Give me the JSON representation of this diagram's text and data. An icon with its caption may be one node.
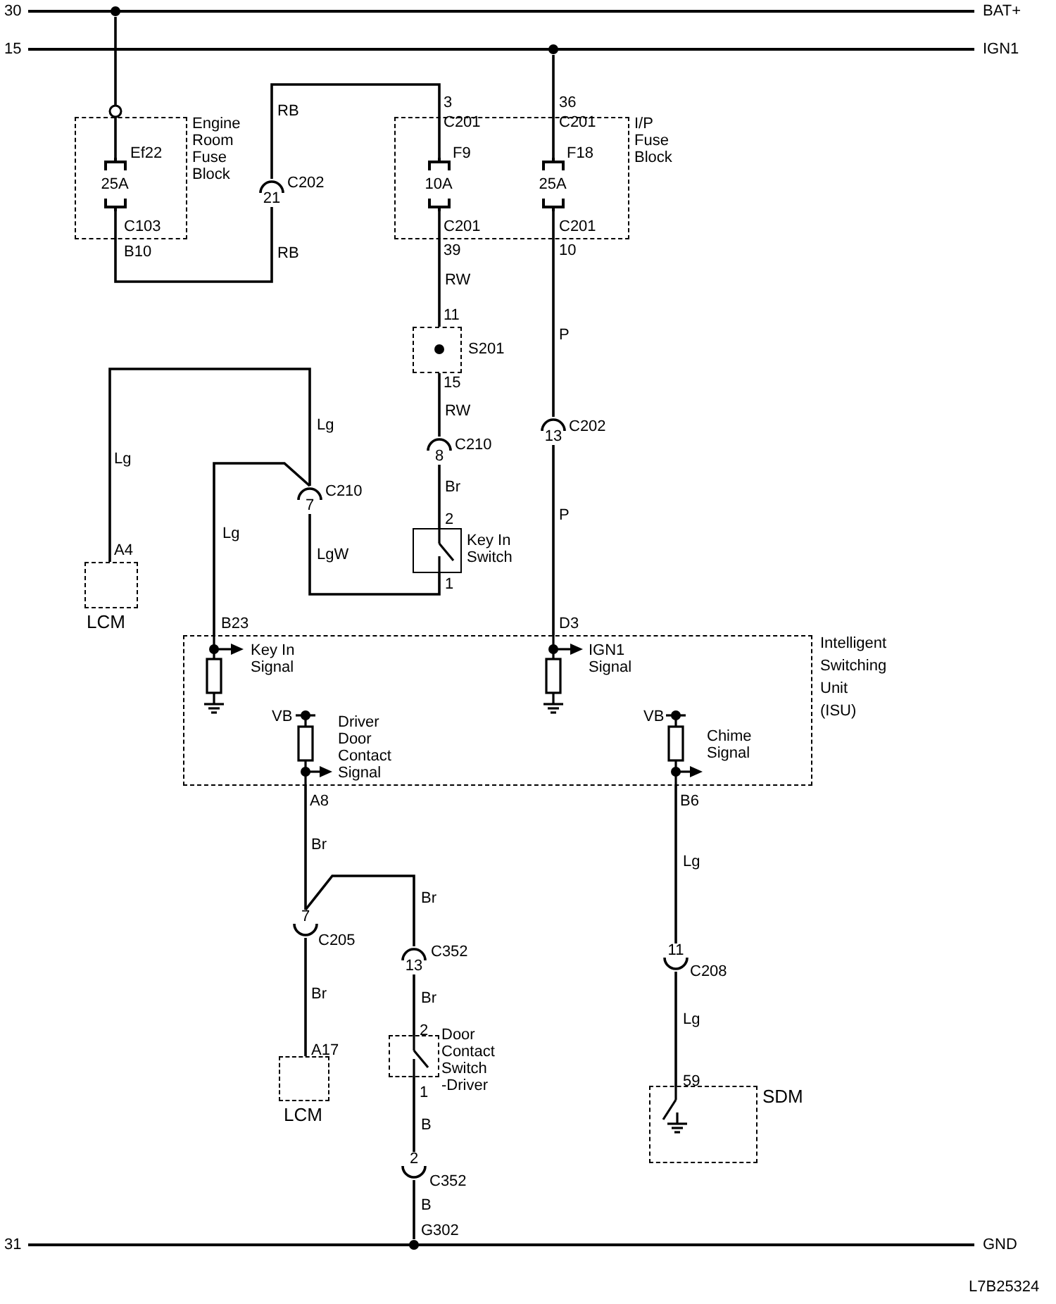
{
  "diagram": {
    "nodes": [
      {
        "text": [
          "30",
          "BAT+"
        ]
      },
      {
        "text": [
          "15",
          "IGN1"
        ]
      },
      {
        "text": [
          "Engine Room Fuse Block"
        ]
      },
      {
        "text": [
          "25A"
        ],
        "beside": [
          "Ef22"
        ],
        "in": 2
      },
      {
        "text": [
          "21"
        ],
        "beside": [
          "C202"
        ]
      },
      {
        "text": [
          "I/P Fuse Block"
        ]
      },
      {
        "text": [
          "10A"
        ],
        "beside": [
          "F9"
        ],
        "in": 5
      },
      {
        "text": [
          "25A"
        ],
        "beside": [
          "F18"
        ],
        "in": 5
      },
      {
        "text": [
          "S201"
        ]
      },
      {
        "text": [
          "8"
        ],
        "beside": [
          "C210"
        ]
      },
      {
        "text": [
          "13"
        ],
        "beside": [
          "C202"
        ]
      },
      {
        "text": [
          "7"
        ],
        "beside": [
          "C210"
        ]
      },
      {
        "text": [
          "Key In Switch"
        ]
      },
      {
        "text": [
          "LCM"
        ]
      },
      {
        "text": [
          "Intelligent Switching Unit (ISU)"
        ]
      },
      {
        "text": [
          "7"
        ],
        "beside": [
          "C205"
        ]
      },
      {
        "text": [
          "13"
        ],
        "beside": [
          "C352"
        ]
      },
      {
        "text": [
          "LCM"
        ]
      },
      {
        "text": [
          "Door Contact Switch -Driver"
        ]
      },
      {
        "text": [
          "SDM"
        ]
      },
      {
        "text": [
          "11"
        ],
        "beside": [
          "C208"
        ]
      },
      {
        "text": [
          "2"
        ],
        "beside": [
          "C352"
        ]
      },
      {
        "text": [
          "31",
          "GND"
        ]
      }
    ],
    "edges": [
      {
        "from": 0,
        "to": 3,
        "arrow": "other"
      },
      {
        "from": 3,
        "to": 4,
        "arrow": "none",
        "label": "RB"
      },
      {
        "from": 4,
        "to": 6,
        "arrow": "none",
        "label": "RB"
      },
      {
        "from": 1,
        "to": 7,
        "arrow": "other"
      },
      {
        "from": 6,
        "to": 8,
        "arrow": "none",
        "label": "RW"
      },
      {
        "from": 8,
        "to": 9,
        "arrow": "none",
        "label": "RW"
      },
      {
        "from": 9,
        "to": 12,
        "arrow": "none",
        "label": "Br"
      },
      {
        "from": 12,
        "to": 11,
        "arrow": "none",
        "label": "LgW"
      },
      {
        "from": 11,
        "to": 13,
        "arrow": "none",
        "label": "Lg"
      },
      {
        "from": 11,
        "to": 14,
        "arrow": "none",
        "label": "Lg"
      },
      {
        "from": 7,
        "to": 10,
        "arrow": "none",
        "label": "P"
      },
      {
        "from": 10,
        "to": 14,
        "arrow": "none",
        "label": "P"
      },
      {
        "from": 14,
        "to": 15,
        "arrow": "none",
        "label": "Br"
      },
      {
        "from": 15,
        "to": 17,
        "arrow": "none",
        "label": "Br"
      },
      {
        "from": 15,
        "to": 16,
        "arrow": "none",
        "label": "Br"
      },
      {
        "from": 16,
        "to": 18,
        "arrow": "none",
        "label": "Br"
      },
      {
        "from": 18,
        "to": 21,
        "arrow": "none",
        "label": "B"
      },
      {
        "from": 21,
        "to": 22,
        "arrow": "other",
        "label": "B"
      },
      {
        "from": 14,
        "to": 20,
        "arrow": "none",
        "label": "Lg"
      },
      {
        "from": 20,
        "to": 19,
        "arrow": "none",
        "label": "Lg"
      }
    ],
    "labels": [
      "3",
      "C201",
      "36",
      "C201",
      "C103",
      "C201",
      "C201",
      "B10",
      "39",
      "10",
      "11",
      "15",
      "Lg",
      "2",
      "A4",
      "1",
      "B23",
      "D3",
      "Key In Signal",
      "IGN1 Signal",
      "VB",
      "Driver Door Contact Signal",
      "VB",
      "Chime Signal",
      "A8",
      "B6",
      "2",
      "A17",
      "59",
      "1",
      "G302",
      "L7B25324"
    ]
  }
}
